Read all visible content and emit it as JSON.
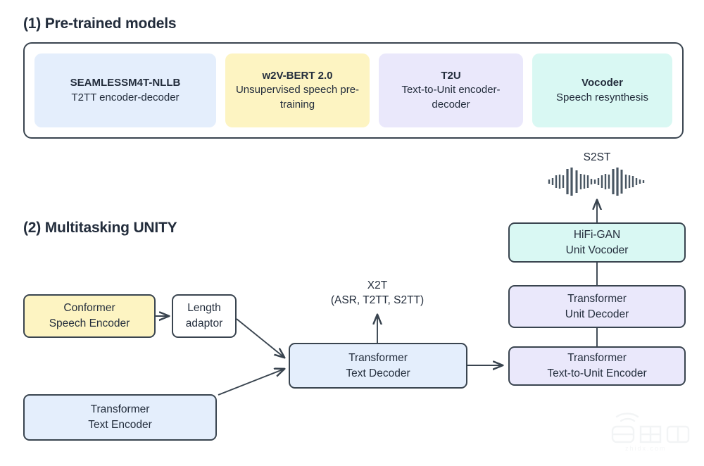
{
  "sections": [
    {
      "title": "(1) Pre-trained models"
    },
    {
      "title": "(2) Multitasking UNITY"
    }
  ],
  "pretrained_models": [
    {
      "name": "SEAMLESSM4T-NLLB",
      "subtitle": "T2TT encoder-decoder",
      "color": "#e4eefc"
    },
    {
      "name": "w2V-BERT 2.0",
      "subtitle": "Unsupervised speech pre-training",
      "color": "#fdf4c2"
    },
    {
      "name": "T2U",
      "subtitle": "Text-to-Unit encoder-decoder",
      "color": "#eae8fb"
    },
    {
      "name": "Vocoder",
      "subtitle": "Speech resynthesis",
      "color": "#d9f8f3"
    }
  ],
  "unity": {
    "speech_encoder": {
      "line1": "Conformer",
      "line2": "Speech Encoder",
      "color": "#fdf4c2"
    },
    "length_adaptor": {
      "line1": "Length",
      "line2": "adaptor",
      "color": "#ffffff"
    },
    "text_encoder": {
      "line1": "Transformer",
      "line2": "Text Encoder",
      "color": "#e4eefc"
    },
    "text_decoder": {
      "line1": "Transformer",
      "line2": "Text Decoder",
      "color": "#e4eefc"
    },
    "t2u_encoder": {
      "line1": "Transformer",
      "line2": "Text-to-Unit Encoder",
      "color": "#eae8fb"
    },
    "unit_decoder": {
      "line1": "Transformer",
      "line2": "Unit Decoder",
      "color": "#eae8fb"
    },
    "unit_vocoder": {
      "line1": "HiFi-GAN",
      "line2": "Unit Vocoder",
      "color": "#d9f8f3"
    },
    "x2t_label": {
      "line1": "X2T",
      "line2": "(ASR, T2TT, S2TT)"
    },
    "s2st_label": "S2ST"
  },
  "icons": {
    "waveform": "audio-waveform-icon",
    "arrow": "arrow-icon"
  },
  "watermark": {
    "text": "zhidx.com"
  },
  "colors": {
    "stroke": "#39444f",
    "text": "#232d3c",
    "blue": "#e4eefc",
    "yellow": "#fdf4c2",
    "purple": "#eae8fb",
    "mint": "#d9f8f3"
  }
}
